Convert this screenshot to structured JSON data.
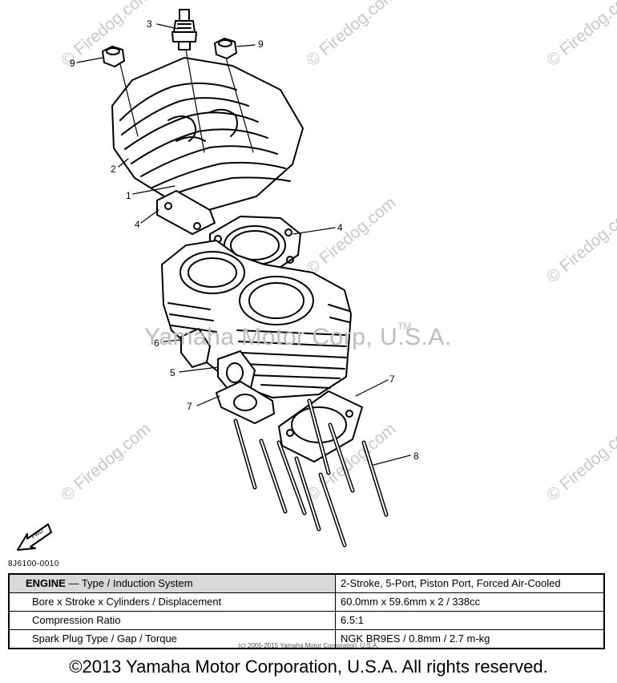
{
  "watermarks": {
    "site": "© Firedog.com",
    "center": "Yamaha Motor Corp, U.S.A.",
    "tm": "TM"
  },
  "parts": {
    "p1": "1",
    "p2": "2",
    "p3": "3",
    "p4a": "4",
    "p4b": "4",
    "p5": "5",
    "p6": "6",
    "p7a": "7",
    "p7b": "7",
    "p8": "8",
    "p9a": "9",
    "p9b": "9"
  },
  "fwd_label": "FWD",
  "ref_code": "8J6100-0010",
  "spec_table": {
    "header_bold": "ENGINE",
    "header_rest": " — Type / Induction System",
    "header_value": "2-Stroke, 5-Port, Piston Port, Forced Air-Cooled",
    "rows": [
      {
        "label": "Bore x Stroke x Cylinders / Displacement",
        "value": "60.0mm x 59.6mm x 2 / 338cc"
      },
      {
        "label": "Compression Ratio",
        "value": "6.5:1"
      },
      {
        "label": "Spark Plug Type / Gap / Torque",
        "value": "NGK BR9ES / 0.8mm / 2.7 m-kg"
      }
    ]
  },
  "small_copyright": "(c) 2005-2015 Yamaha Motor Corporation, U.S.A.",
  "copyright": "©2013 Yamaha Motor Corporation, U.S.A. All rights reserved."
}
